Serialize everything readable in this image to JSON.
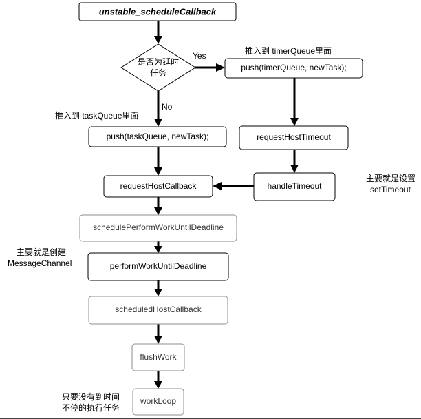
{
  "nodes": {
    "start": "unstable_scheduleCallback",
    "decision_line1": "是否为延时",
    "decision_line2": "任务",
    "push_timer": "push(timerQueue, newTask);",
    "push_task": "push(taskQueue, newTask);",
    "request_host_timeout": "requestHostTimeout",
    "handle_timeout": "handleTimeout",
    "request_host_callback": "requestHostCallback",
    "schedule_perform": "schedulePerformWorkUntilDeadline",
    "perform_work": "performWorkUntilDeadline",
    "scheduled_host_callback": "scheduledHostCallback",
    "flush_work": "flushWork",
    "work_loop": "workLoop"
  },
  "edge_labels": {
    "yes": "Yes",
    "no": "No"
  },
  "notes": {
    "timer_queue": "推入到 timerQueue里面",
    "task_queue": "推入到 taskQueue里面",
    "set_timeout_line1": "主要就是设置",
    "set_timeout_line2": "setTimeout",
    "message_channel_line1": "主要就是创建",
    "message_channel_line2": "MessageChannel",
    "work_loop_line1": "只要没有到时间",
    "work_loop_line2": "不停的执行任务"
  },
  "colors": {
    "line": "#000000",
    "box_border": "#000000",
    "box_border_light": "#8c8c8c",
    "background": "#ffffff"
  }
}
